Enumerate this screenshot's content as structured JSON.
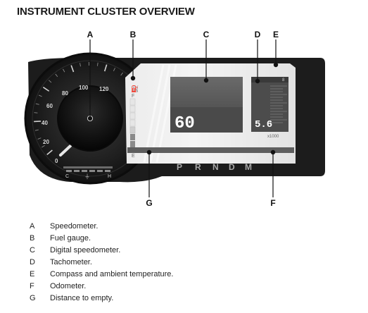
{
  "title": "INSTRUMENT CLUSTER OVERVIEW",
  "callouts": [
    "A",
    "B",
    "C",
    "D",
    "E",
    "F",
    "G"
  ],
  "speedometer": {
    "scale_labels": [
      "0",
      "20",
      "40",
      "60",
      "80",
      "100",
      "120"
    ]
  },
  "fuel_gauge": {
    "full_label": "F",
    "empty_label": "E"
  },
  "temp_gauge": {
    "cold_label": "C",
    "hot_label": "H"
  },
  "digital_speed": "60",
  "tachometer": {
    "value": "5.6",
    "unit": "x1000"
  },
  "gear_indicator": [
    "P",
    "R",
    "N",
    "D",
    "M"
  ],
  "legend": [
    {
      "letter": "A",
      "text": "Speedometer."
    },
    {
      "letter": "B",
      "text": "Fuel gauge."
    },
    {
      "letter": "C",
      "text": "Digital speedometer."
    },
    {
      "letter": "D",
      "text": "Tachometer."
    },
    {
      "letter": "E",
      "text": "Compass and ambient temperature."
    },
    {
      "letter": "F",
      "text": "Odometer."
    },
    {
      "letter": "G",
      "text": "Distance to empty."
    }
  ]
}
